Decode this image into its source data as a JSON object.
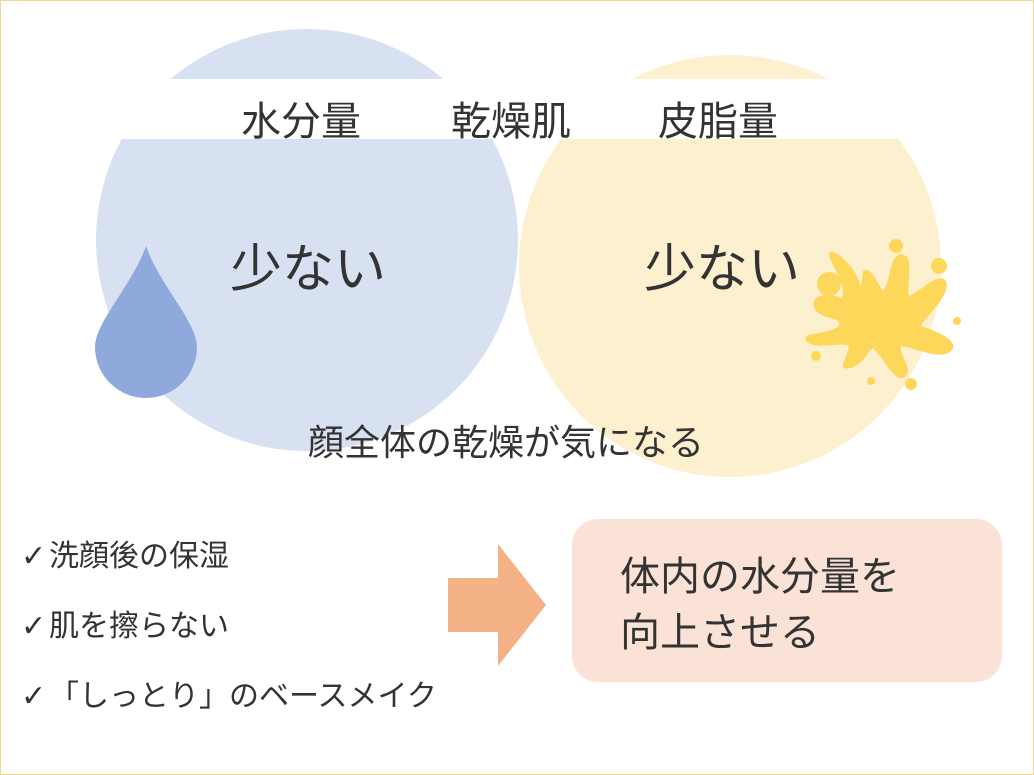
{
  "venn": {
    "left_title": "水分量",
    "center_title": "乾燥肌",
    "right_title": "皮脂量",
    "left_value": "少ない",
    "right_value": "少ない",
    "caption": "顔全体の乾燥が気になる",
    "colors": {
      "water": "#d8e1f2",
      "oil": "#fdf0cf",
      "drop": "#8fa9dc",
      "splash": "#fcd75a"
    }
  },
  "checklist": {
    "mark": "✓",
    "items": [
      "洗顔後の保湿",
      "肌を擦らない",
      "「しっとり」のベースメイク"
    ]
  },
  "arrow": {
    "color": "#f3b185",
    "icon": "arrow-right-icon"
  },
  "result": {
    "line1": "体内の水分量を",
    "line2": "向上させる",
    "bg": "#fae3d6"
  }
}
